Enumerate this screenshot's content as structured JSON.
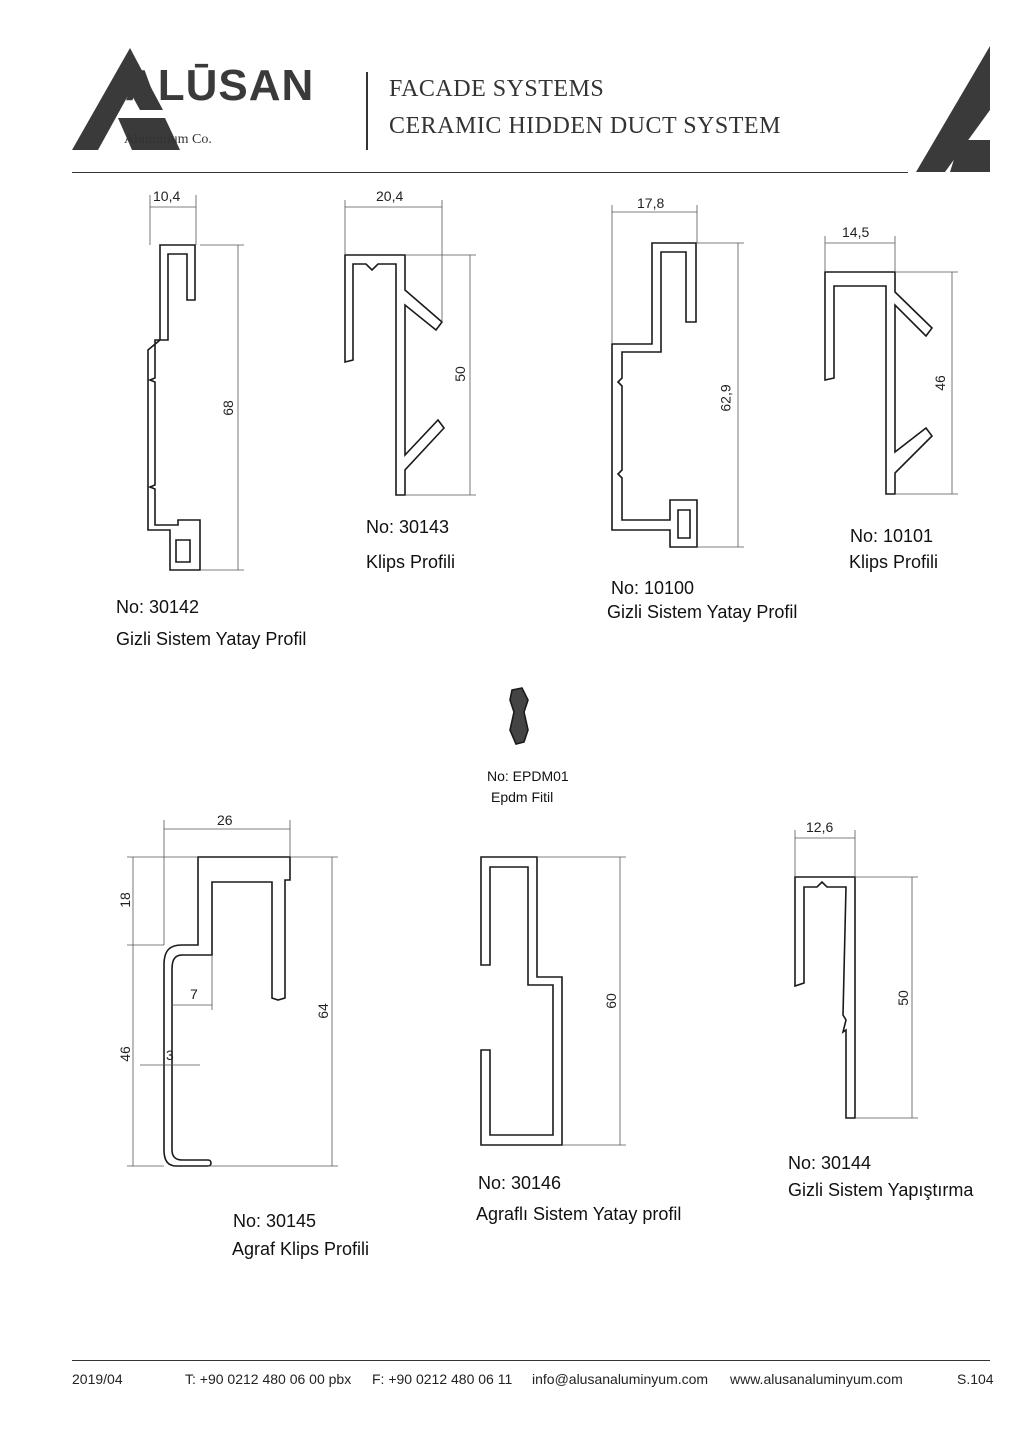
{
  "header": {
    "brand": "ALŪSAN",
    "brand_sub": "Aluminium Co.",
    "title_line1": "FACADE SYSTEMS",
    "title_line2": "CERAMIC HIDDEN DUCT SYSTEM"
  },
  "profiles": [
    {
      "no": "No: 30142",
      "name": "Gizli Sistem Yatay Profil",
      "width": "10,4",
      "height": "68"
    },
    {
      "no": "No: 30143",
      "name": "Klips Profili",
      "width": "20,4",
      "height": "50"
    },
    {
      "no": "No: 10100",
      "name": "Gizli Sistem Yatay Profil",
      "width": "17,8",
      "height": "62,9"
    },
    {
      "no": "No: 10101",
      "name": "Klips Profili",
      "width": "14,5",
      "height": "46"
    },
    {
      "no": "No: EPDM01",
      "name": "Epdm Fitil"
    },
    {
      "no": "No: 30145",
      "name": "Agraf Klips Profili",
      "width": "26",
      "height_top": "18",
      "height_bottom": "46",
      "height": "64",
      "inner": "7",
      "thickness": "3"
    },
    {
      "no": "No: 30146",
      "name": "Agraflı Sistem Yatay profil",
      "height": "60"
    },
    {
      "no": "No: 30144",
      "name": "Gizli Sistem Yapıştırma",
      "width": "12,6",
      "height": "50"
    }
  ],
  "footer": {
    "date": "2019/04",
    "phone": "T: +90 0212 480 06 00 pbx",
    "fax": "F: +90 0212 480 06 11",
    "email": "info@alusanaluminyum.com",
    "web": "www.alusanaluminyum.com",
    "page": "S.104"
  }
}
